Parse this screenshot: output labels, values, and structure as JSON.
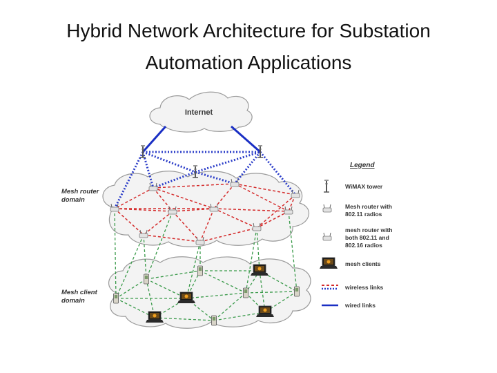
{
  "title": {
    "line1": "Hybrid Network Architecture for Substation",
    "line2": "Automation Applications"
  },
  "cloud": {
    "internet": "Internet"
  },
  "domains": {
    "router_line1": "Mesh router",
    "router_line2": "domain",
    "client_line1": "Mesh client",
    "client_line2": "domain"
  },
  "legend": {
    "title": "Legend",
    "wimax_tower": "WiMAX tower",
    "router_80211_line1": "Mesh router with",
    "router_80211_line2": "802.11 radios",
    "router_both_line1": "mesh router with",
    "router_both_line2": "both 802.11 and",
    "router_both_line3": "802.16 radios",
    "mesh_clients": "mesh clients",
    "wireless_links": "wireless links",
    "wired_links": "wired links"
  },
  "colors": {
    "wired": "#1a2fc4",
    "wimax": "#2a3cc8",
    "router_links": "#d42a2a",
    "client_links": "#3a9a4a",
    "cloud_fill": "#f3f3f3",
    "cloud_stroke": "#9a9a9a"
  }
}
